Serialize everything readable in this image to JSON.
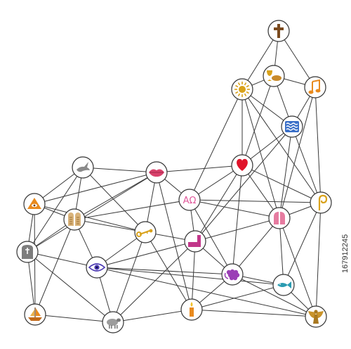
{
  "stock_id": "167912245",
  "colors": {
    "brown": "#7a4a1e",
    "gold": "#d9a21b",
    "orange": "#e98a1d",
    "blue": "#3a6fc8",
    "red": "#e0142a",
    "pink": "#e25694",
    "magenta": "#c2378a",
    "purple": "#9b3fb6",
    "teal": "#2a9bb1",
    "gray": "#8a8a8a",
    "green": "#4f9b32"
  },
  "nodes": [
    {
      "id": "cross",
      "icon": "cross-icon",
      "label": ""
    },
    {
      "id": "sun",
      "icon": "sun-icon",
      "label": ""
    },
    {
      "id": "chalice-bread",
      "icon": "chalice-bread-icon",
      "label": ""
    },
    {
      "id": "music",
      "icon": "music-note-icon",
      "label": ""
    },
    {
      "id": "water",
      "icon": "water-waves-icon",
      "label": ""
    },
    {
      "id": "heart",
      "icon": "heart-icon",
      "label": ""
    },
    {
      "id": "crozier",
      "icon": "crozier-icon",
      "label": ""
    },
    {
      "id": "dove",
      "icon": "dove-icon",
      "label": ""
    },
    {
      "id": "lips",
      "icon": "lips-icon",
      "label": ""
    },
    {
      "id": "alpha-omega",
      "icon": "alpha-omega-icon",
      "label": "AΩ"
    },
    {
      "id": "trinity-eye",
      "icon": "trinity-eye-icon",
      "label": ""
    },
    {
      "id": "tablets",
      "icon": "commandment-tablets-icon",
      "label": ""
    },
    {
      "id": "praying-hands",
      "icon": "praying-hands-icon",
      "label": ""
    },
    {
      "id": "key",
      "icon": "key-icon",
      "label": ""
    },
    {
      "id": "kneeling",
      "icon": "kneeling-bench-icon",
      "label": ""
    },
    {
      "id": "gravestone",
      "icon": "gravestone-icon",
      "label": ""
    },
    {
      "id": "eye",
      "icon": "eye-icon",
      "label": ""
    },
    {
      "id": "grapes",
      "icon": "grapes-icon",
      "label": ""
    },
    {
      "id": "fish",
      "icon": "fish-icon",
      "label": ""
    },
    {
      "id": "boat",
      "icon": "boat-icon",
      "label": ""
    },
    {
      "id": "lamb",
      "icon": "lamb-icon",
      "label": ""
    },
    {
      "id": "candle",
      "icon": "candle-icon",
      "label": ""
    },
    {
      "id": "angel",
      "icon": "angel-icon",
      "label": ""
    }
  ],
  "edges": [
    [
      "cross",
      "sun"
    ],
    [
      "cross",
      "chalice-bread"
    ],
    [
      "cross",
      "music"
    ],
    [
      "sun",
      "chalice-bread"
    ],
    [
      "chalice-bread",
      "music"
    ],
    [
      "sun",
      "water"
    ],
    [
      "chalice-bread",
      "water"
    ],
    [
      "music",
      "water"
    ],
    [
      "sun",
      "heart"
    ],
    [
      "sun",
      "alpha-omega"
    ],
    [
      "sun",
      "praying-hands"
    ],
    [
      "sun",
      "crozier"
    ],
    [
      "chalice-bread",
      "heart"
    ],
    [
      "music",
      "crozier"
    ],
    [
      "music",
      "praying-hands"
    ],
    [
      "water",
      "heart"
    ],
    [
      "water",
      "crozier"
    ],
    [
      "water",
      "praying-hands"
    ],
    [
      "water",
      "kneeling"
    ],
    [
      "heart",
      "lips"
    ],
    [
      "heart",
      "alpha-omega"
    ],
    [
      "heart",
      "crozier"
    ],
    [
      "heart",
      "praying-hands"
    ],
    [
      "heart",
      "kneeling"
    ],
    [
      "heart",
      "grapes"
    ],
    [
      "dove",
      "lips"
    ],
    [
      "dove",
      "trinity-eye"
    ],
    [
      "dove",
      "tablets"
    ],
    [
      "dove",
      "key"
    ],
    [
      "dove",
      "gravestone"
    ],
    [
      "lips",
      "alpha-omega"
    ],
    [
      "lips",
      "key"
    ],
    [
      "lips",
      "trinity-eye"
    ],
    [
      "lips",
      "tablets"
    ],
    [
      "lips",
      "gravestone"
    ],
    [
      "lips",
      "candle"
    ],
    [
      "alpha-omega",
      "crozier"
    ],
    [
      "alpha-omega",
      "praying-hands"
    ],
    [
      "alpha-omega",
      "kneeling"
    ],
    [
      "alpha-omega",
      "tablets"
    ],
    [
      "alpha-omega",
      "grapes"
    ],
    [
      "trinity-eye",
      "tablets"
    ],
    [
      "trinity-eye",
      "gravestone"
    ],
    [
      "trinity-eye",
      "boat"
    ],
    [
      "trinity-eye",
      "key"
    ],
    [
      "tablets",
      "key"
    ],
    [
      "tablets",
      "boat"
    ],
    [
      "tablets",
      "eye"
    ],
    [
      "tablets",
      "gravestone"
    ],
    [
      "key",
      "eye"
    ],
    [
      "key",
      "lamb"
    ],
    [
      "key",
      "kneeling"
    ],
    [
      "key",
      "candle"
    ],
    [
      "kneeling",
      "praying-hands"
    ],
    [
      "kneeling",
      "eye"
    ],
    [
      "kneeling",
      "grapes"
    ],
    [
      "kneeling",
      "candle"
    ],
    [
      "praying-hands",
      "crozier"
    ],
    [
      "praying-hands",
      "grapes"
    ],
    [
      "praying-hands",
      "fish"
    ],
    [
      "praying-hands",
      "angel"
    ],
    [
      "crozier",
      "fish"
    ],
    [
      "crozier",
      "angel"
    ],
    [
      "gravestone",
      "eye"
    ],
    [
      "gravestone",
      "boat"
    ],
    [
      "gravestone",
      "lamb"
    ],
    [
      "eye",
      "lamb"
    ],
    [
      "eye",
      "grapes"
    ],
    [
      "eye",
      "fish"
    ],
    [
      "eye",
      "angel"
    ],
    [
      "grapes",
      "fish"
    ],
    [
      "grapes",
      "candle"
    ],
    [
      "grapes",
      "angel"
    ],
    [
      "fish",
      "angel"
    ],
    [
      "boat",
      "lamb"
    ],
    [
      "lamb",
      "candle"
    ],
    [
      "lamb",
      "kneeling"
    ],
    [
      "candle",
      "angel"
    ],
    [
      "candle",
      "fish"
    ]
  ]
}
